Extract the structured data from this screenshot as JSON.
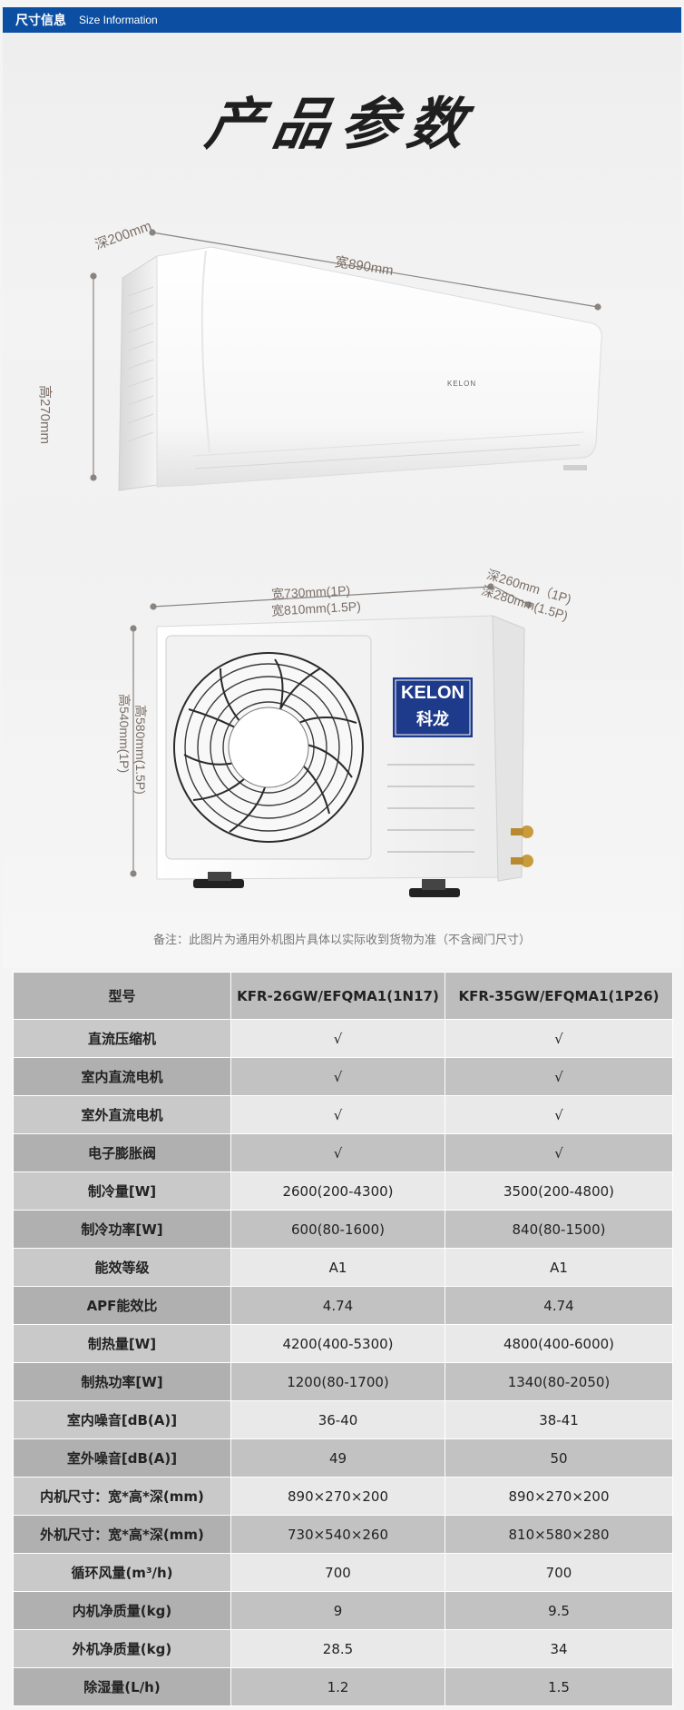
{
  "header": {
    "title_cn": "尺寸信息",
    "title_en": "Size Information",
    "bg_color": "#0b4ea2"
  },
  "title": "产品参数",
  "indoor_unit": {
    "brand_label": "KELON",
    "depth": "深200mm",
    "width": "宽890mm",
    "height": "高270mm"
  },
  "outdoor_unit": {
    "brand_en": "KELON",
    "brand_cn": "科龙",
    "width_line1": "宽730mm(1P)",
    "width_line2": "宽810mm(1.5P)",
    "depth_line1": "深260mm（1P)",
    "depth_line2": "深280mm(1.5P)",
    "height_line1": "高580mm(1.5P)",
    "height_line2": "高540mm(1P)"
  },
  "caption": "备注：此图片为通用外机图片具体以实际收到货物为准（不含阀门尺寸）",
  "table": {
    "headers": [
      "型号",
      "KFR-26GW/EFQMA1(1N17)",
      "KFR-35GW/EFQMA1(1P26)"
    ],
    "rows": [
      [
        "直流压缩机",
        "√",
        "√"
      ],
      [
        "室内直流电机",
        "√",
        "√"
      ],
      [
        "室外直流电机",
        "√",
        "√"
      ],
      [
        "电子膨胀阀",
        "√",
        "√"
      ],
      [
        "制冷量[W]",
        "2600(200-4300)",
        "3500(200-4800)"
      ],
      [
        "制冷功率[W]",
        "600(80-1600)",
        "840(80-1500)"
      ],
      [
        "能效等级",
        "A1",
        "A1"
      ],
      [
        "APF能效比",
        "4.74",
        "4.74"
      ],
      [
        "制热量[W]",
        "4200(400-5300)",
        "4800(400-6000)"
      ],
      [
        "制热功率[W]",
        "1200(80-1700)",
        "1340(80-2050)"
      ],
      [
        "室内噪音[dB(A)]",
        "36-40",
        "38-41"
      ],
      [
        "室外噪音[dB(A)]",
        "49",
        "50"
      ],
      [
        "内机尺寸：宽*高*深(mm)",
        "890×270×200",
        "890×270×200"
      ],
      [
        "外机尺寸：宽*高*深(mm)",
        "730×540×260",
        "810×580×280"
      ],
      [
        "循环风量(m³/h)",
        "700",
        "700"
      ],
      [
        "内机净质量(kg)",
        "9",
        "9.5"
      ],
      [
        "外机净质量(kg)",
        "28.5",
        "34"
      ],
      [
        "除湿量(L/h)",
        "1.2",
        "1.5"
      ]
    ]
  }
}
